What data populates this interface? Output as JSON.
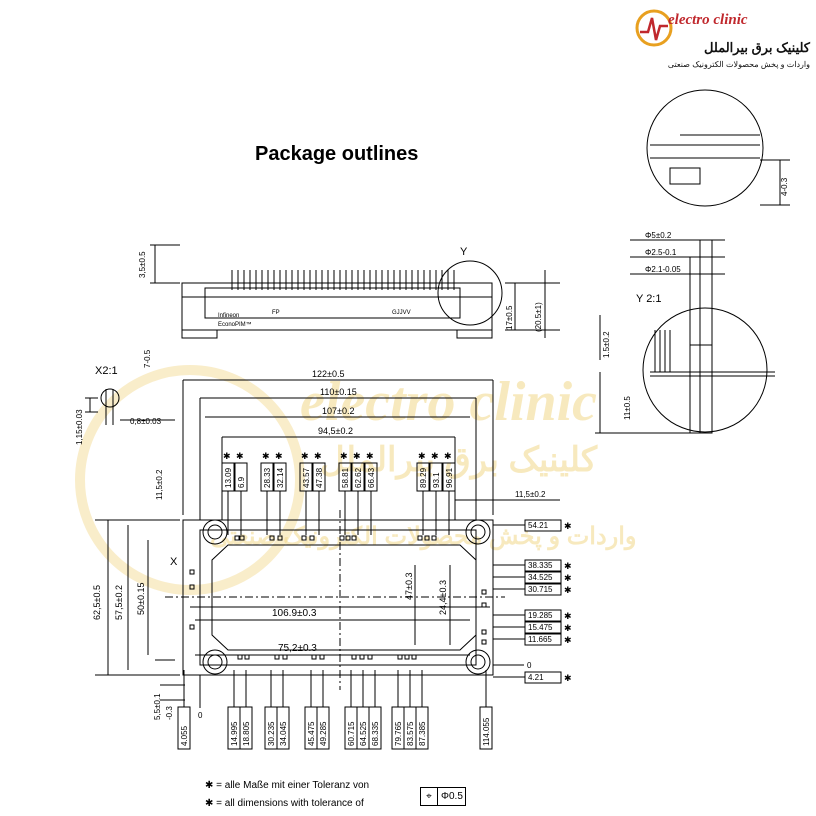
{
  "logo": {
    "brand": "electro clinic",
    "fa_title": "کلینیک برق بیرالملل",
    "fa_sub": "واردات و پخش محصولات الکترونیک صنعتی"
  },
  "title": "Package outlines",
  "views": {
    "detail_x": "X2:1",
    "detail_y": "Y 2:1",
    "label_y": "Y",
    "label_x": "X"
  },
  "dims": {
    "h3_5": "3,5±0.5",
    "h7": "7-0.5",
    "h17": "17±0.5",
    "h20_5": "(20.5±1)",
    "h1_15": "1,15±0.03",
    "w0_8": "0,8±0.03",
    "d4": "4-0.3",
    "phi5": "Φ5±0.2",
    "phi2_5": "Φ2.5-0.1",
    "phi2_1": "Φ2.1-0.05",
    "h1_5": "1.5±0.2",
    "h11": "11±0.5",
    "w122": "122±0.5",
    "w110": "110±0.15",
    "w107": "107±0.2",
    "w94_5": "94,5±0.2",
    "h11_5": "11,5±0.2",
    "w11_5": "11,5±0.2",
    "h62_5": "62,5±0.5",
    "h57_5": "57,5±0.2",
    "h50": "50±0.15",
    "h47": "47±0.3",
    "h24_4": "24,4±0.3",
    "w106_9": "106.9±0.3",
    "w75_2": "75,2±0.3",
    "h5_5": "5,5±0.1",
    "h0_3": "-0.3",
    "zero": "0"
  },
  "top_tags": [
    "13.09",
    "6.9",
    "28.33",
    "32.14",
    "43.57",
    "47.38",
    "58.81",
    "62.62",
    "66.43",
    "89.29",
    "93.1",
    "96.91"
  ],
  "right_tags": [
    "54.21",
    "38.335",
    "34.525",
    "30.715",
    "19.285",
    "15.475",
    "11.665",
    "0",
    "4.21"
  ],
  "bottom_tags": [
    "4.055",
    "0",
    "14.995",
    "18.805",
    "30.235",
    "34.045",
    "45.475",
    "49.285",
    "60.715",
    "64.525",
    "68.335",
    "79.765",
    "83.575",
    "87.385",
    "114.055"
  ],
  "part_text": {
    "brand": "Infineon",
    "family": "EconoPIM™",
    "fp": "FP",
    "code": "GJJVV"
  },
  "notes": {
    "de": "✱ = alle Maße mit einer Toleranz von",
    "en": "✱ = all dimensions with tolerance of",
    "tolerance": "Φ0.5",
    "tolerance_symbol": "⌖"
  }
}
